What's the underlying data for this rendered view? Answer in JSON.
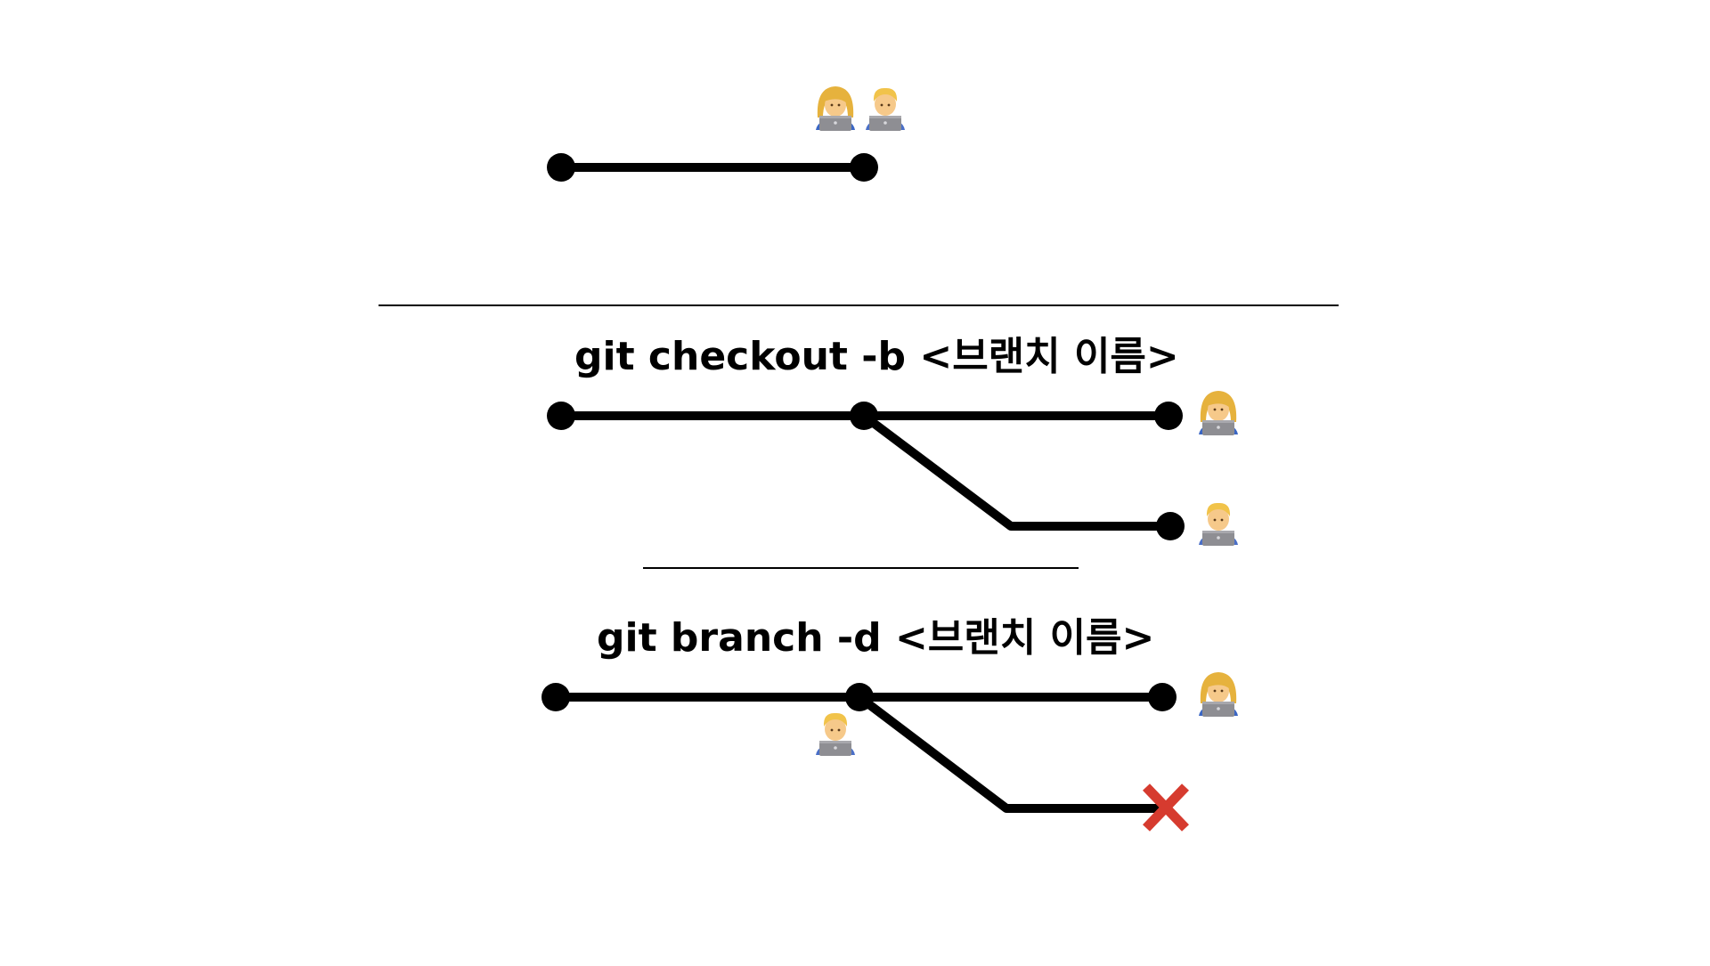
{
  "sections": [
    {
      "id": "initial",
      "command": ""
    },
    {
      "id": "checkout",
      "command": "git checkout -b <브랜치 이름>"
    },
    {
      "id": "delete",
      "command": "git branch -d <브랜치 이름>"
    }
  ],
  "icons": {
    "developer_a": "woman-technologist-icon",
    "developer_b": "man-technologist-icon",
    "deleted_marker": "red-cross-mark-icon"
  },
  "colors": {
    "line": "#000000",
    "divider": "#000000",
    "delete_mark": "#d63b2f",
    "laptop": "#8e8e93",
    "hair_a": "#e6b23d",
    "hair_b": "#f1c34a",
    "skin": "#f6c98a",
    "shirt_a": "#3a66c4",
    "shirt_b": "#4a6fc7"
  }
}
